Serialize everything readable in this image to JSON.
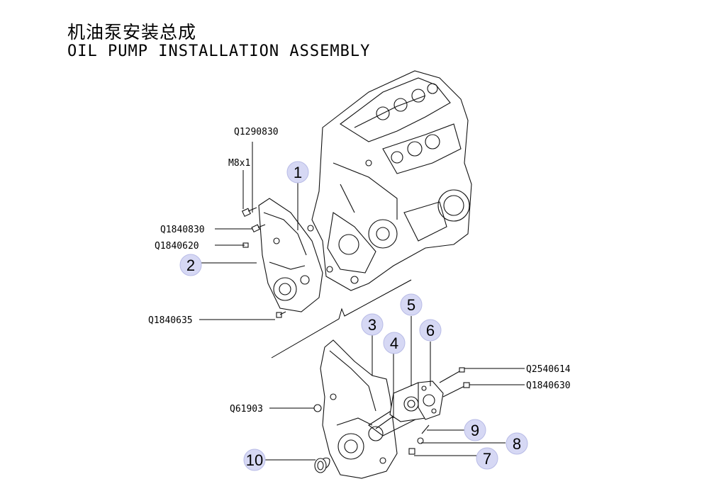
{
  "title": {
    "cn": "机油泵安装总成",
    "en": "OIL PUMP INSTALLATION ASSEMBLY"
  },
  "part_numbers": {
    "q1290830": "Q1290830",
    "m8x1": "M8x1",
    "q1840830": "Q1840830",
    "q1840620": "Q1840620",
    "q1840635": "Q1840635",
    "q61903": "Q61903",
    "q2540614": "Q2540614",
    "q1840630": "Q1840630"
  },
  "callouts": {
    "c1": "1",
    "c2": "2",
    "c3": "3",
    "c4": "4",
    "c5": "5",
    "c6": "6",
    "c7": "7",
    "c8": "8",
    "c9": "9",
    "c10": "10"
  },
  "colors": {
    "callout_fill": "#d6d8f4",
    "line": "#000000"
  }
}
